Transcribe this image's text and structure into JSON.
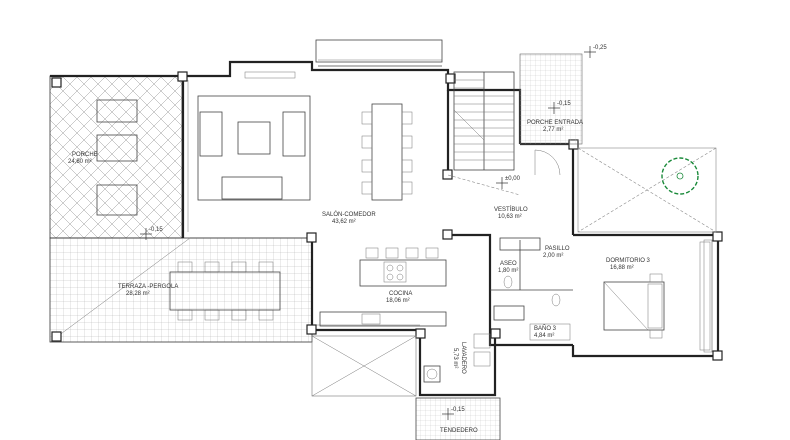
{
  "rooms": {
    "porche": {
      "name": "PORCHE",
      "area": "24,80 m²"
    },
    "terraza": {
      "name": "TERRAZA -PERGOLA",
      "area": "28,28 m²"
    },
    "salon": {
      "name": "SALÓN-COMEDOR",
      "area": "43,62 m²"
    },
    "cocina": {
      "name": "COCINA",
      "area": "18,06 m²"
    },
    "vestibulo": {
      "name": "VESTÍBULO",
      "area": "10,63 m²"
    },
    "porche_entrada": {
      "name": "PORCHE ENTRADA",
      "area": "2,77 m²"
    },
    "pasillo": {
      "name": "PASILLO",
      "area": "2,00 m²"
    },
    "aseo": {
      "name": "ASEO",
      "area": "1,80 m²"
    },
    "dormitorio": {
      "name": "DORMITORIO 3",
      "area": "16,88 m²"
    },
    "bano": {
      "name": "BAÑO 3",
      "area": "4,84 m²"
    },
    "lavadero": {
      "name": "LAVADERO",
      "area": "5,73 m²"
    },
    "tendedero": {
      "name": "TENDEDERO"
    }
  },
  "levels": {
    "top_right": "-0,25",
    "porche_entrada": "-0,15",
    "vestibulo": "±0,00",
    "terraza": "-0,15",
    "tendedero": "-0,15"
  }
}
